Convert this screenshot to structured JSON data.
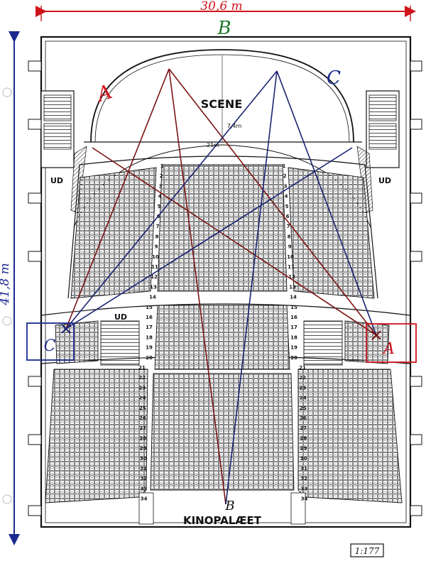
{
  "dimensions": {
    "width_label": "30,6 m",
    "height_label": "41,8 m",
    "stage_depth_label": "7,4m",
    "stage_width_label": "21m"
  },
  "labels": {
    "stage": "SCENE",
    "venue": "KINOPALÆET",
    "exit_left": "UD",
    "exit_right": "UD",
    "exit_center": "UD",
    "scale": "1:177"
  },
  "markers": {
    "a_top": "A",
    "c_top": "C",
    "b_top": "B",
    "b_bottom": "B",
    "c_side": "C",
    "a_side": "A"
  },
  "colors": {
    "red": "#d0121b",
    "blue": "#1b2a8f",
    "green": "#1f7a2a",
    "darkred": "#7a1414",
    "navy": "#1a2472",
    "ink": "#111111"
  },
  "rows": {
    "numbers": [
      "1",
      "2",
      "3",
      "4",
      "5",
      "6",
      "7",
      "8",
      "9",
      "10",
      "11",
      "12",
      "13",
      "14",
      "15",
      "16",
      "17",
      "18",
      "19",
      "20",
      "21",
      "22",
      "23",
      "24",
      "25",
      "26",
      "27",
      "28",
      "29",
      "30",
      "31",
      "32",
      "33",
      "34"
    ]
  }
}
